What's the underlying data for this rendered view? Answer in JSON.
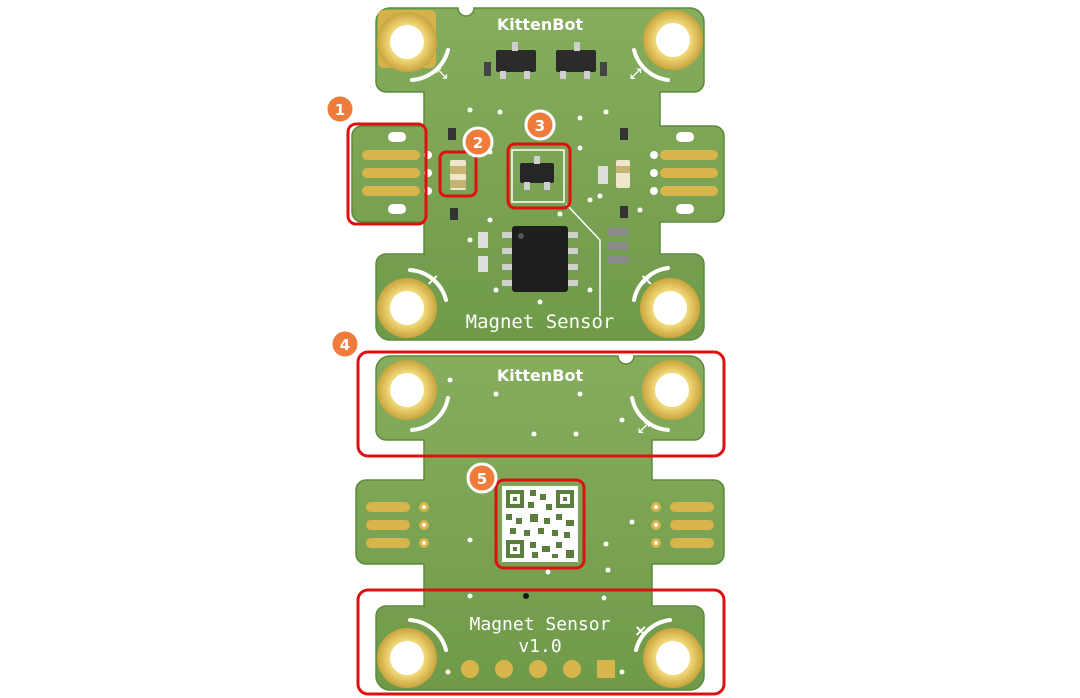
{
  "top_board": {
    "brand": "KittenBot",
    "label": "Magnet Sensor"
  },
  "bottom_board": {
    "brand": "KittenBot",
    "label_line1": "Magnet Sensor",
    "label_line2": "v1.0"
  },
  "callouts": [
    {
      "number": "1"
    },
    {
      "number": "2"
    },
    {
      "number": "3"
    },
    {
      "number": "4"
    },
    {
      "number": "5"
    }
  ],
  "colors": {
    "pcb_green": "#7ea657",
    "gold": "#d8b54a",
    "callout_orange": "#f07c3c",
    "highlight_red": "#e01010"
  }
}
